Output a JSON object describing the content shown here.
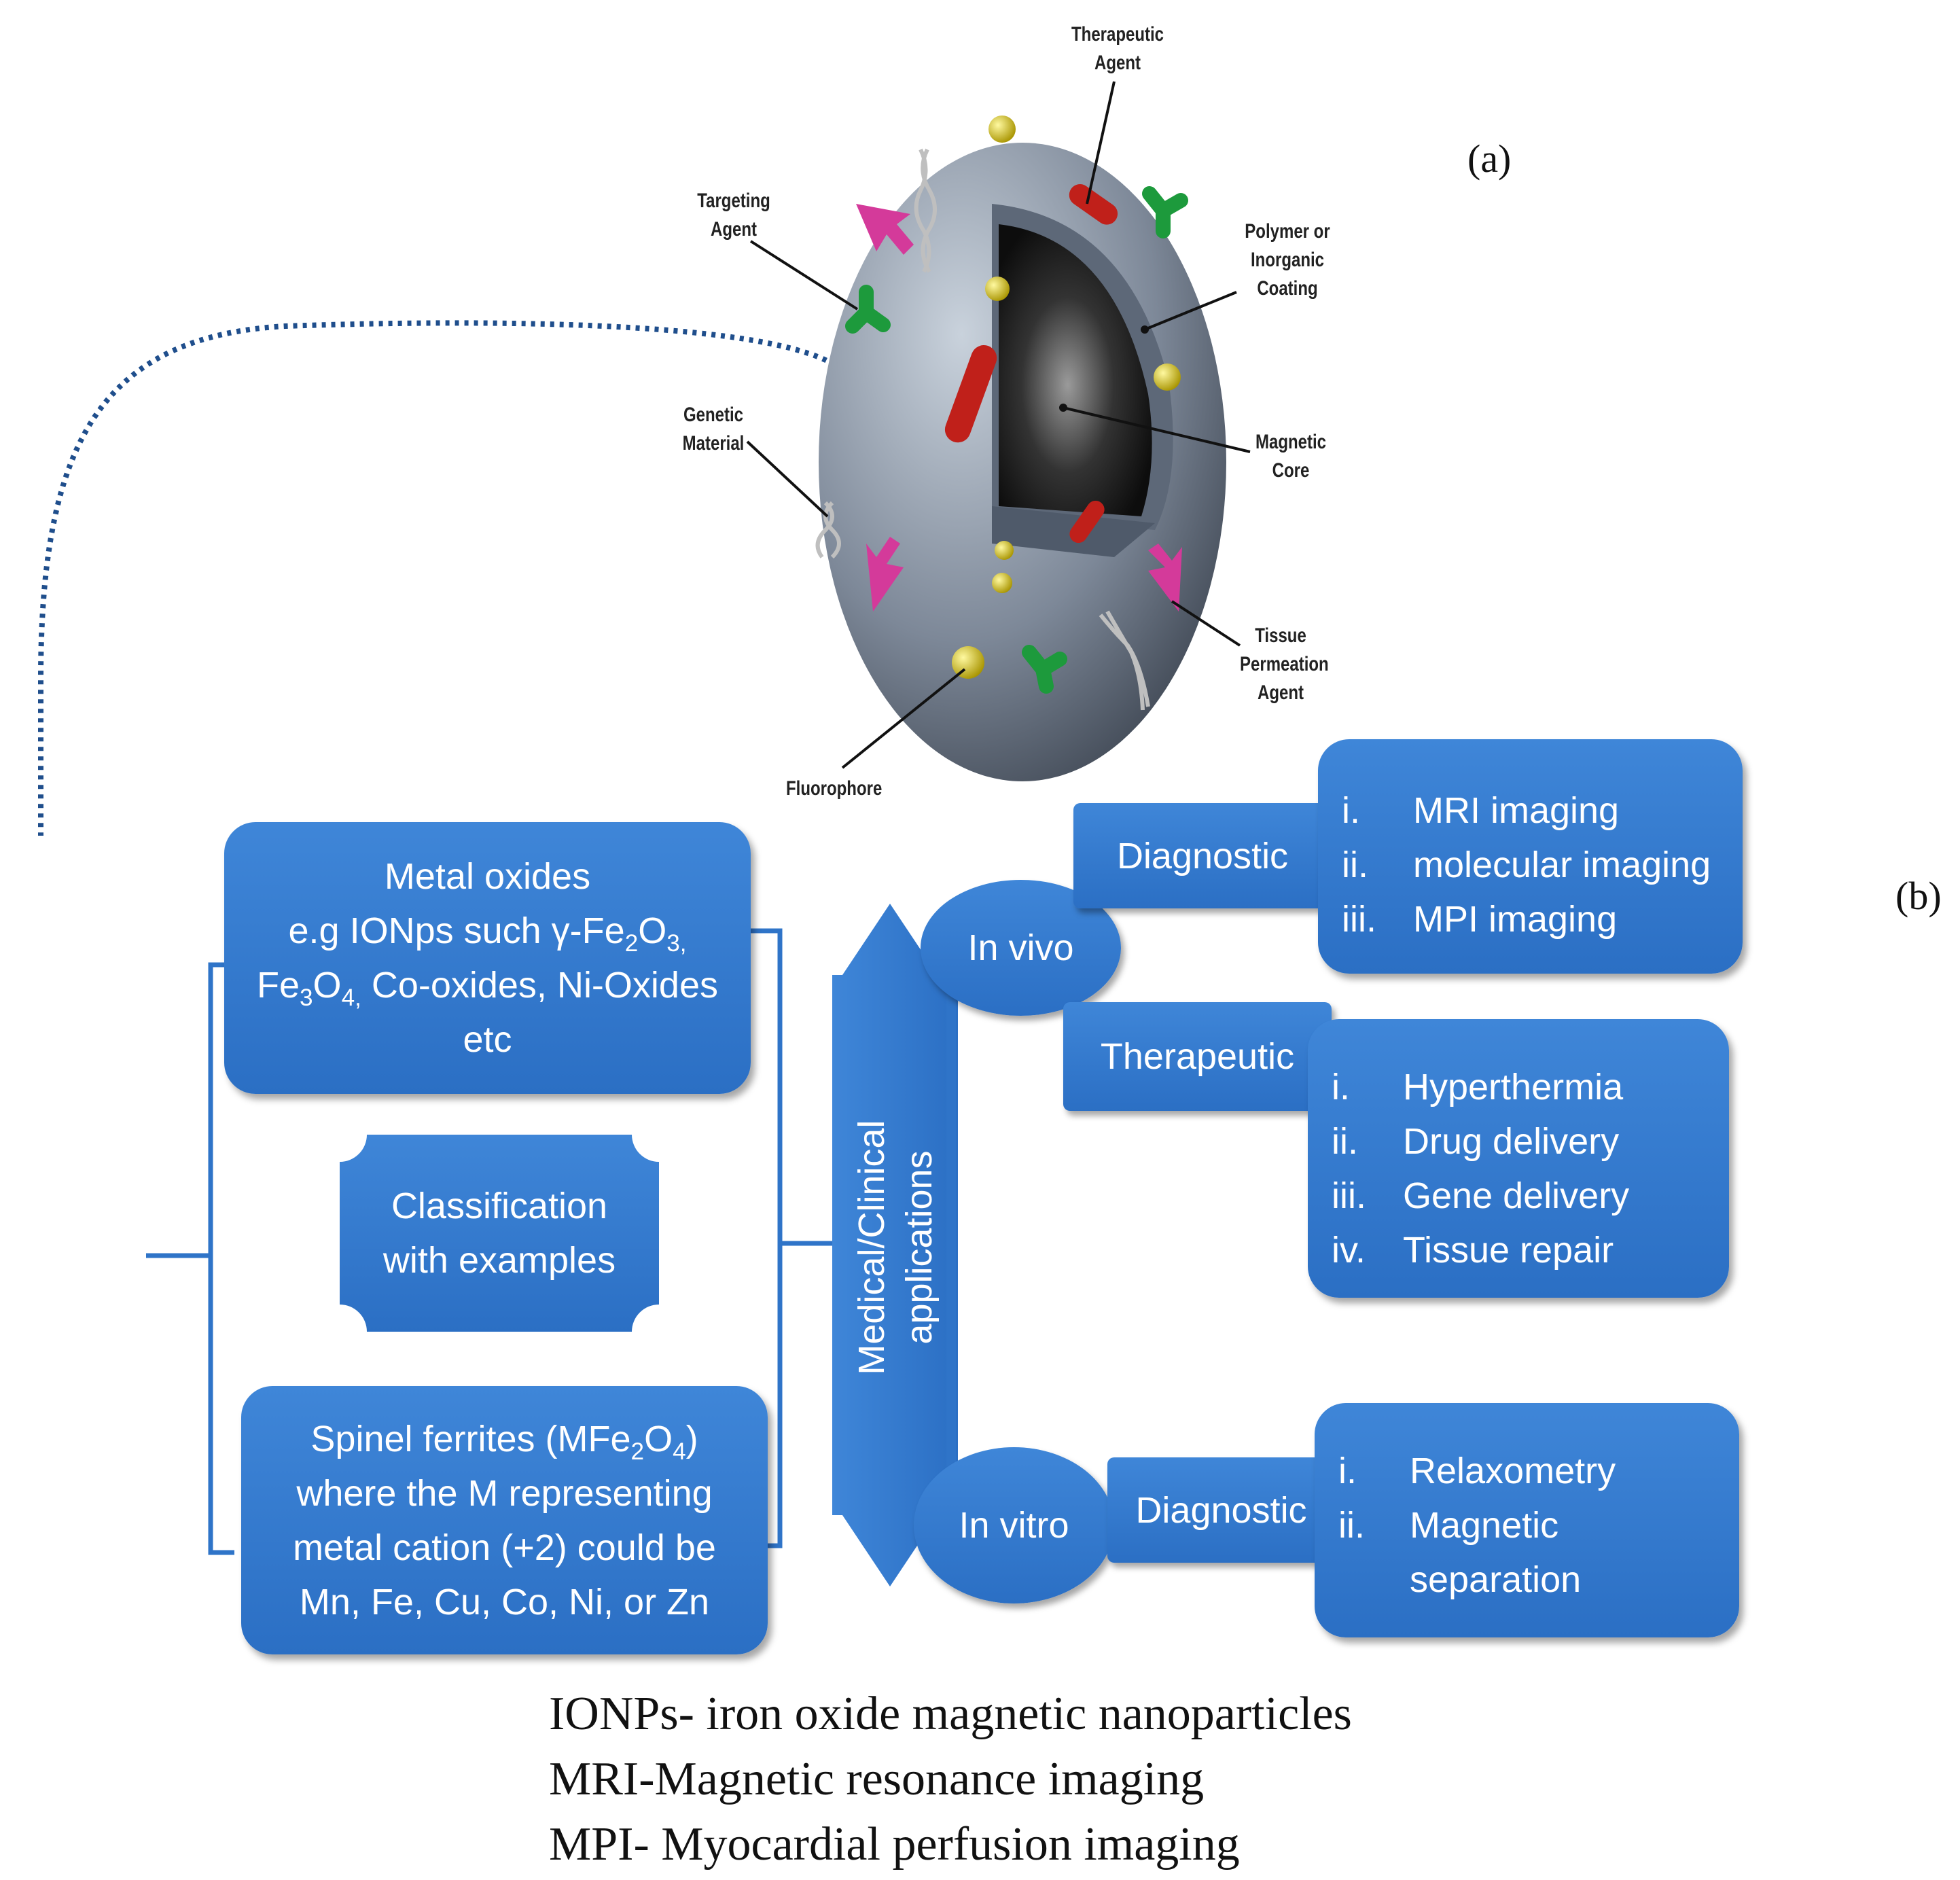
{
  "panel_labels": {
    "a": "(a)",
    "b": "(b)"
  },
  "nanoparticle": {
    "callouts": {
      "therapeutic_agent": [
        "Therapeutic",
        "Agent"
      ],
      "targeting_agent": [
        "Targeting",
        "Agent"
      ],
      "coating": [
        "Polymer or",
        "Inorganic",
        "Coating"
      ],
      "genetic_material": [
        "Genetic",
        "Material"
      ],
      "magnetic_core": [
        "Magnetic",
        "Core"
      ],
      "tissue_permeation": [
        "Tissue",
        "Permeation",
        "Agent"
      ],
      "fluorophore": [
        "Fluorophore"
      ]
    }
  },
  "classification": {
    "metal_oxides": {
      "line1": "Metal oxides",
      "line2_pre": "e.g IONps such γ-Fe",
      "line2_sub1": "2",
      "line2_mid": "O",
      "line2_sub2": "3,",
      "line3_pre": "Fe",
      "line3_sub1": "3",
      "line3_mid": "O",
      "line3_sub2": "4,",
      "line3_post": " Co-oxides, Ni-Oxides",
      "line4": "etc"
    },
    "center": {
      "line1": "Classification",
      "line2": "with examples"
    },
    "spinel": {
      "line1_pre": "Spinel ferrites (MFe",
      "line1_sub1": "2",
      "line1_mid": "O",
      "line1_sub2": "4",
      "line1_post": ")",
      "line2": "where the M representing",
      "line3": "metal cation (+2) could be",
      "line4": "Mn, Fe, Cu, Co, Ni, or Zn"
    }
  },
  "applications": {
    "vertical_label_line1": "Medical/Clinical",
    "vertical_label_line2": "applications",
    "in_vivo": "In vivo",
    "in_vitro": "In vitro",
    "diagnostic_vivo": "Diagnostic",
    "therapeutic": "Therapeutic",
    "diagnostic_vitro": "Diagnostic",
    "diag_vivo_items": [
      {
        "num": "i.",
        "text": "MRI imaging"
      },
      {
        "num": "ii.",
        "text": "molecular imaging"
      },
      {
        "num": "iii.",
        "text": "MPI imaging"
      }
    ],
    "therapeutic_items": [
      {
        "num": "i.",
        "text": "Hyperthermia"
      },
      {
        "num": "ii.",
        "text": "Drug delivery"
      },
      {
        "num": "iii.",
        "text": "Gene delivery"
      },
      {
        "num": "iv.",
        "text": "Tissue  repair"
      }
    ],
    "diag_vitro_items": [
      {
        "num": "i.",
        "text": "Relaxometry"
      },
      {
        "num": "ii.",
        "text": "Magnetic"
      },
      {
        "num": "",
        "text": "separation"
      }
    ]
  },
  "legend": [
    "IONPs- iron oxide magnetic nanoparticles",
    "MRI-Magnetic resonance imaging",
    "MPI- Myocardial perfusion imaging"
  ],
  "colors": {
    "box_blue": "#2f74c8",
    "dotted_line": "#1f4e8c",
    "shell_gray": "#7f8a98",
    "core_black": "#1a1a1a"
  }
}
